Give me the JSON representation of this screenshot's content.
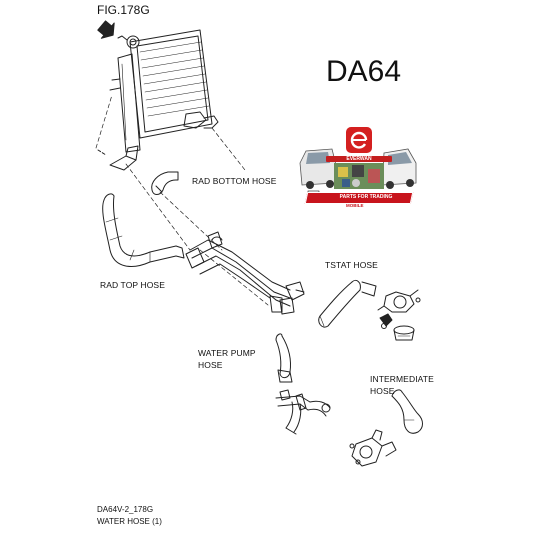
{
  "figure": {
    "id": "FIG.178G",
    "model": "DA64"
  },
  "labels": {
    "rad_bottom_hose": "RAD BOTTOM HOSE",
    "rad_top_hose": "RAD TOP HOSE",
    "tstat_hose": "TSTAT HOSE",
    "water_pump_hose_line1": "WATER PUMP",
    "water_pump_hose_line2": "HOSE",
    "intermediate_hose_line1": "INTERMEDIATE",
    "intermediate_hose_line2": "HOSE"
  },
  "advert": {
    "brand": "EVERWAN",
    "tagline": "PARTS FOR TRADING",
    "subtag": "MOBILE",
    "colors": {
      "red": "#c8141c",
      "white": "#ffffff"
    }
  },
  "footer": {
    "code": "DA64V-2_178G",
    "title": "WATER HOSE (1)"
  },
  "icons": {
    "front_arrow": "front-direction-arrow-icon",
    "logo": "everwan-logo-icon",
    "qr": "qr-code-icon"
  }
}
